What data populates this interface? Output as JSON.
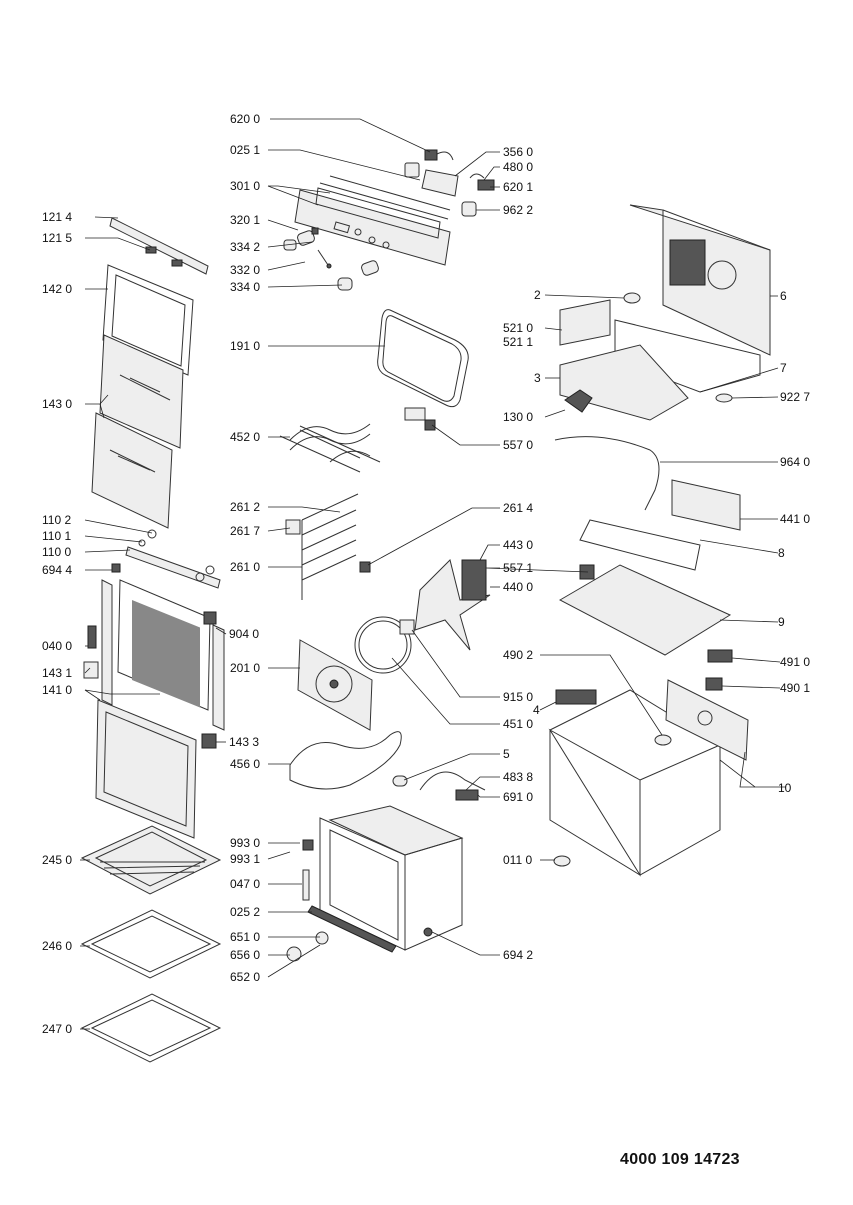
{
  "diagram": {
    "document_number": "4000 109 14723",
    "part_labels": {
      "l6200": "620 0",
      "l0251": "025 1",
      "l3010": "301 0",
      "l3201": "320 1",
      "l3342": "334 2",
      "l3320": "332 0",
      "l3340": "334 0",
      "l3560": "356 0",
      "l4800": "480 0",
      "l6201": "620 1",
      "l9622": "962 2",
      "l1214": "121 4",
      "l1215": "121 5",
      "l1420": "142 0",
      "l1910": "191 0",
      "l1430": "143 0",
      "l4520": "452 0",
      "l5570": "557 0",
      "l2612": "261 2",
      "l2617": "261 7",
      "l2610": "261 0",
      "l2614": "261 4",
      "l1102": "110 2",
      "l1101": "110 1",
      "l1100": "110 0",
      "l6944": "694 4",
      "l0400": "040 0",
      "l1431": "143 1",
      "l1410": "141 0",
      "l9040": "904 0",
      "l2010": "201 0",
      "l1433": "143 3",
      "l4560": "456 0",
      "l2450": "245 0",
      "l2460": "246 0",
      "l2470": "247 0",
      "l9930": "993 0",
      "l9931": "993 1",
      "l0470": "047 0",
      "l0252": "025 2",
      "l6510": "651 0",
      "l6560": "656 0",
      "l6520": "652 0",
      "l6942": "694 2",
      "l4430": "443 0",
      "l4400": "440 0",
      "l5571": "557 1",
      "l9150": "915 0",
      "l4510": "451 0",
      "l5": "5",
      "l4838": "483 8",
      "l6910": "691 0",
      "l0110": "011 0",
      "l4902": "490 2",
      "l4": "4",
      "l4910": "491 0",
      "l4901": "490 1",
      "l10": "10",
      "l9": "9",
      "l8": "8",
      "l4410": "441 0",
      "l9640": "964 0",
      "l1300": "130 0",
      "l9227": "922 7",
      "l3": "3",
      "l7": "7",
      "l5210": "521 0",
      "l5211": "521 1",
      "l2": "2",
      "l6": "6"
    }
  }
}
